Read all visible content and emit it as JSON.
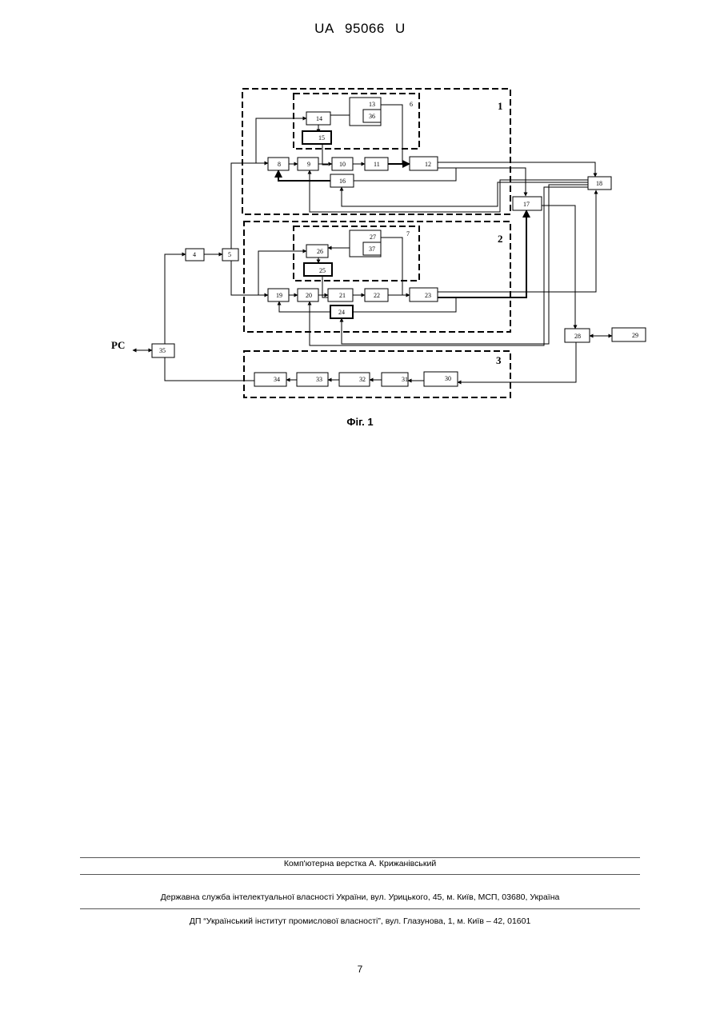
{
  "header": {
    "country": "UA",
    "number": "95066",
    "kind": "U"
  },
  "diagram": {
    "groups": {
      "g1": "1",
      "g2": "2",
      "g3": "3",
      "g6": "6",
      "g7": "7"
    },
    "pc_label": "PC",
    "blocks": {
      "b4": "4",
      "b5": "5",
      "b8": "8",
      "b9": "9",
      "b10": "10",
      "b11": "11",
      "b12": "12",
      "b13": "13",
      "b14": "14",
      "b15": "15",
      "b16": "16",
      "b17": "17",
      "b18": "18",
      "b19": "19",
      "b20": "20",
      "b21": "21",
      "b22": "22",
      "b23": "23",
      "b24": "24",
      "b25": "25",
      "b26": "26",
      "b27": "27",
      "b28": "28",
      "b29": "29",
      "b30": "30",
      "b31": "31",
      "b32": "32",
      "b33": "33",
      "b34": "34",
      "b35": "35",
      "b36": "36",
      "b37": "37"
    }
  },
  "caption": "Фіг. 1",
  "footer": {
    "line1": "Комп'ютерна верстка А. Крижанівський",
    "line2": "Державна служба інтелектуальної власності України, вул. Урицького, 45, м. Київ, МСП, 03680, Україна",
    "line3": "ДП “Український інститут промислової власності”, вул. Глазунова, 1, м. Київ – 42, 01601"
  },
  "page_number": "7"
}
